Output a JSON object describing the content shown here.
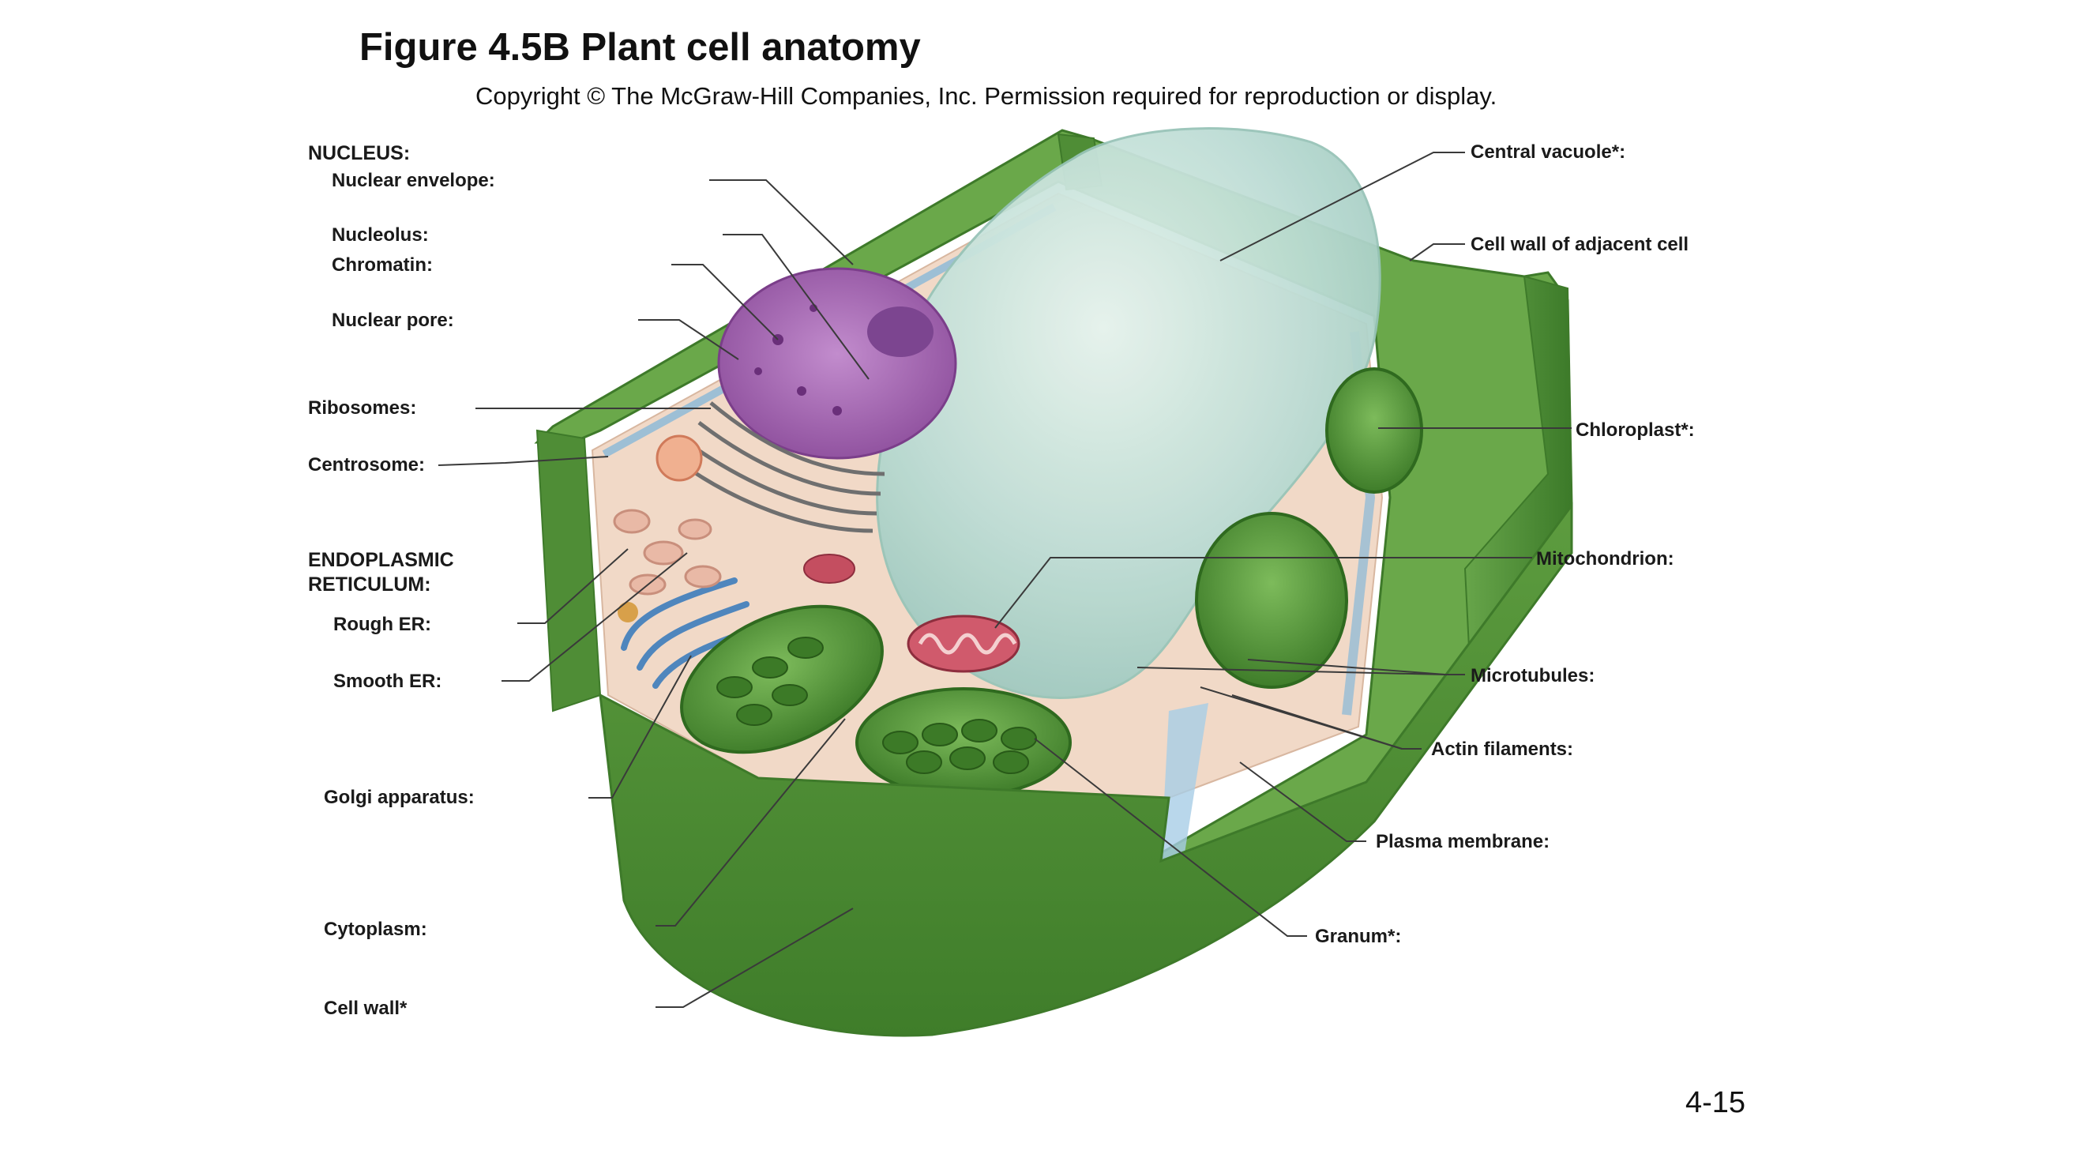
{
  "title": "Figure 4.5B Plant cell anatomy",
  "copyright": "Copyright © The McGraw-Hill Companies, Inc. Permission required for reproduction or display.",
  "page_number": "4-15",
  "labels": {
    "nucleus_group": "NUCLEUS:",
    "nuclear_envelope": "Nuclear envelope:",
    "nucleolus": "Nucleolus:",
    "chromatin": "Chromatin:",
    "nuclear_pore": "Nuclear pore:",
    "ribosomes": "Ribosomes:",
    "centrosome": "Centrosome:",
    "er_group_line1": "ENDOPLASMIC",
    "er_group_line2": "RETICULUM:",
    "rough_er": "Rough ER:",
    "smooth_er": "Smooth ER:",
    "golgi_apparatus": "Golgi apparatus:",
    "cytoplasm": "Cytoplasm:",
    "cell_wall": "Cell wall*",
    "central_vacuole": "Central vacuole*:",
    "cell_wall_adjacent": "Cell wall of adjacent cell",
    "chloroplast": "Chloroplast*:",
    "mitochondrion": "Mitochondrion:",
    "microtubules": "Microtubules:",
    "actin_filaments": "Actin filaments:",
    "plasma_membrane": "Plasma membrane:",
    "granum": "Granum*:"
  },
  "colors": {
    "cell_wall_green": "#5e9a3e",
    "cell_wall_dark": "#3f7a2a",
    "cytoplasm_peach": "#f3dccb",
    "vacuole": "#bfe0d8",
    "nucleus": "#a86bb4",
    "chloroplast": "#4f8f36",
    "mitochondrion": "#c7586a",
    "er_blue": "#5b8fc0"
  }
}
